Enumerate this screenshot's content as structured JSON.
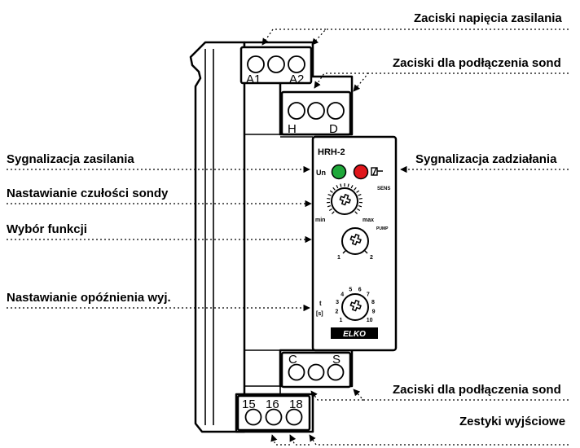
{
  "labels": {
    "supply_terminals": "Zaciski napięcia zasilania",
    "probe_terminals_top": "Zaciski dla podłączenia sond",
    "power_signal": "Sygnalizacja  zasilania",
    "action_signal": "Sygnalizacja zadziałania",
    "sensitivity": "Nastawianie czułości sondy",
    "function_select": "Wybór funkcji",
    "delay": "Nastawianie opóźnienia wyj.",
    "probe_terminals_bottom": "Zaciski dla podłączenia sond",
    "output_contacts": "Zestyki wyjściowe"
  },
  "terminals": {
    "a1": "A1",
    "a2": "A2",
    "h": "H",
    "d": "D",
    "c": "C",
    "s": "S",
    "t15": "15",
    "t16": "16",
    "t18": "18"
  },
  "device": {
    "model": "HRH-2",
    "un": "Un",
    "sens": "SENS",
    "min": "min",
    "max": "max",
    "pump": "PUMP",
    "fn1": "1",
    "fn2": "2",
    "t": "t",
    "unit": "[s]",
    "scale": [
      "1",
      "2",
      "3",
      "4",
      "5",
      "6",
      "7",
      "8",
      "9",
      "10"
    ],
    "brand": "ELKO",
    "colors": {
      "led_un": "#1fa83a",
      "led_relay": "#e0161b",
      "brand_bg": "#000000"
    }
  }
}
